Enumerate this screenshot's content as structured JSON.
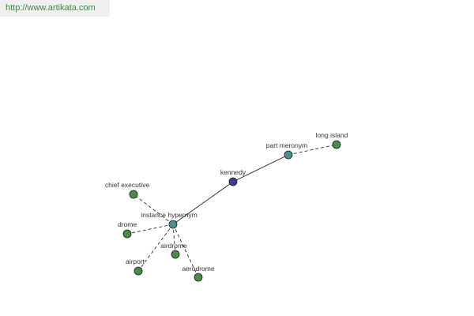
{
  "watermark": {
    "text": "http://www.artikata.com"
  },
  "colors": {
    "center": "#3b3f8f",
    "relation": "#4f8f8a",
    "leaf": "#4a8c45"
  },
  "graph": {
    "nodes": [
      {
        "id": "kennedy",
        "label": "kennedy",
        "kind": "center"
      },
      {
        "id": "part_meronym",
        "label": "part meronym",
        "kind": "relation"
      },
      {
        "id": "long_island",
        "label": "long island",
        "kind": "leaf"
      },
      {
        "id": "instance_hypernym",
        "label": "instance hypernym",
        "kind": "relation"
      },
      {
        "id": "chief_executive",
        "label": "chief executive",
        "kind": "leaf"
      },
      {
        "id": "drome",
        "label": "drome",
        "kind": "leaf"
      },
      {
        "id": "airdrome",
        "label": "airdrome",
        "kind": "leaf"
      },
      {
        "id": "airport",
        "label": "airport",
        "kind": "leaf"
      },
      {
        "id": "aerodrome",
        "label": "aerodrome",
        "kind": "leaf"
      }
    ],
    "edges": [
      {
        "from": "kennedy",
        "to": "part_meronym",
        "style": "solid"
      },
      {
        "from": "kennedy",
        "to": "instance_hypernym",
        "style": "solid"
      },
      {
        "from": "part_meronym",
        "to": "long_island",
        "style": "dashed"
      },
      {
        "from": "instance_hypernym",
        "to": "chief_executive",
        "style": "dashed"
      },
      {
        "from": "instance_hypernym",
        "to": "drome",
        "style": "dashed"
      },
      {
        "from": "instance_hypernym",
        "to": "airdrome",
        "style": "dashed"
      },
      {
        "from": "instance_hypernym",
        "to": "airport",
        "style": "dashed"
      },
      {
        "from": "instance_hypernym",
        "to": "aerodrome",
        "style": "dashed"
      }
    ]
  }
}
